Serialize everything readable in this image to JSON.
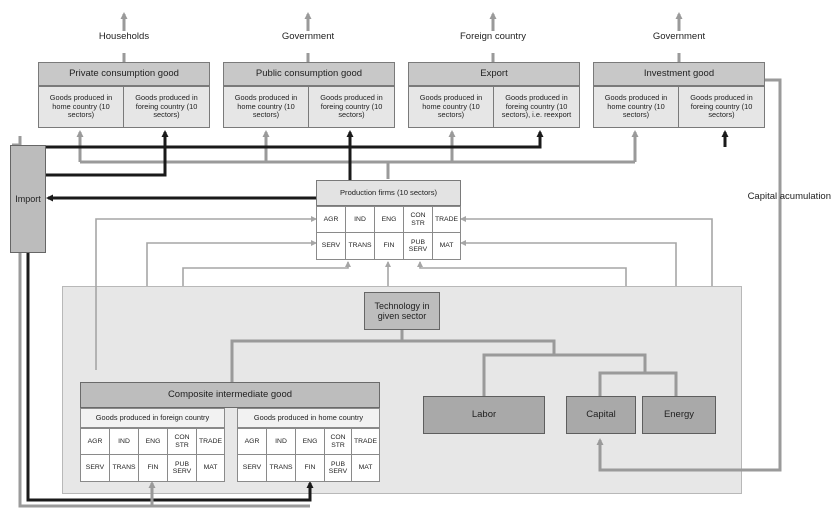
{
  "destinations": {
    "households": "Households",
    "government_1": "Government",
    "foreign_country": "Foreign country",
    "government_2": "Government"
  },
  "final_demand": [
    {
      "title": "Private consumption good",
      "left": "Goods produced in home country (10 sectors)",
      "right": "Goods produced in foreing country (10 sectors)"
    },
    {
      "title": "Public consumption good",
      "left": "Goods produced in home country (10 sectors)",
      "right": "Goods produced in foreing country (10 sectors)"
    },
    {
      "title": "Export",
      "left": "Goods produced in home country (10 sectors)",
      "right": "Goods produced in foreing country (10 sectors), i.e. reexport"
    },
    {
      "title": "Investment good",
      "left": "Goods produced in home country (10 sectors)",
      "right": "Goods produced in foreing country (10 sectors)"
    }
  ],
  "import_label": "Import",
  "capital_accumulation_label": "Capital acumulation",
  "production_firms": {
    "title": "Production firms (10 sectors)",
    "row1": [
      "AGR",
      "IND",
      "ENG",
      "CONSTR",
      "TRADE"
    ],
    "row2": [
      "SERV",
      "TRANS",
      "FIN",
      "PUB SERV",
      "MAT"
    ]
  },
  "technology_label": "Technology in given sector",
  "composite": {
    "title": "Composite intermediate good",
    "foreign_label": "Goods produced in foreign country",
    "home_label": "Goods produced in home country",
    "row1": [
      "AGR",
      "IND",
      "ENG",
      "CONSTR",
      "TRADE"
    ],
    "row2": [
      "SERV",
      "TRANS",
      "FIN",
      "PUB SERV",
      "MAT"
    ]
  },
  "factors": {
    "labor": "Labor",
    "capital": "Capital",
    "energy": "Energy"
  },
  "colors": {
    "dark_arrow": "#1a1a1a",
    "gray_arrow": "#9a9a9a",
    "thin_arrow": "#a6a6a6"
  }
}
